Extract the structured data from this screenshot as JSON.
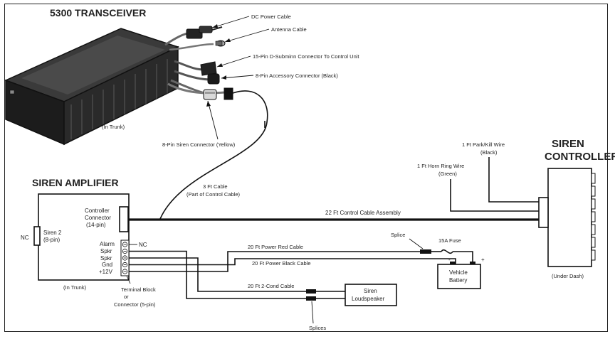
{
  "transceiver": {
    "title": "5300 TRANSCEIVER",
    "location": "(In Trunk)",
    "callouts": {
      "dc_power": "DC Power Cable",
      "antenna": "Antenna Cable",
      "dsub15": "15-Pin D-Subminn Connector To Control Unit",
      "accessory8": "8-Pin Accessory Connector (Black)",
      "siren8": "8-Pin Siren Connector (Yellow)"
    }
  },
  "amplifier": {
    "title": "SIREN AMPLIFIER",
    "location": "(In Trunk)",
    "siren2_line1": "Siren 2",
    "siren2_line2": "(8-pin)",
    "nc_left": "NC",
    "controller_line1": "Controller",
    "controller_line2": "Connector",
    "controller_line3": "(14-pin)",
    "terminals": [
      "Alarm",
      "Spkr",
      "Spkr",
      "Gnd",
      "+12V"
    ],
    "nc_alarm": "NC",
    "terminal_block_line1": "Terminal Block",
    "terminal_block_line2": "or",
    "terminal_block_line3": "Connector (5-pin)"
  },
  "cables": {
    "three_ft_line1": "3 Ft Cable",
    "three_ft_line2": "(Part of Control Cable)",
    "control_22ft": "22 Ft Control Cable Assembly",
    "power_red": "20 Ft Power Red Cable",
    "power_black": "20 Ft Power Black Cable",
    "two_cond": "20 Ft 2-Cond Cable",
    "splice": "Splice",
    "splices": "Splices"
  },
  "controller": {
    "title_line1": "SIREN",
    "title_line2": "CONTROLLER",
    "location": "(Under Dash)",
    "park_kill_line1": "1 Ft Park/Kill Wire",
    "park_kill_line2": "(Black)",
    "horn_ring_line1": "1 Ft Horn Ring Wire",
    "horn_ring_line2": "(Green)"
  },
  "battery": {
    "fuse": "15A Fuse",
    "line1": "Vehicle",
    "line2": "Battery",
    "minus": "-",
    "plus": "+"
  },
  "loudspeaker": {
    "line1": "Siren",
    "line2": "Loudspeaker"
  }
}
